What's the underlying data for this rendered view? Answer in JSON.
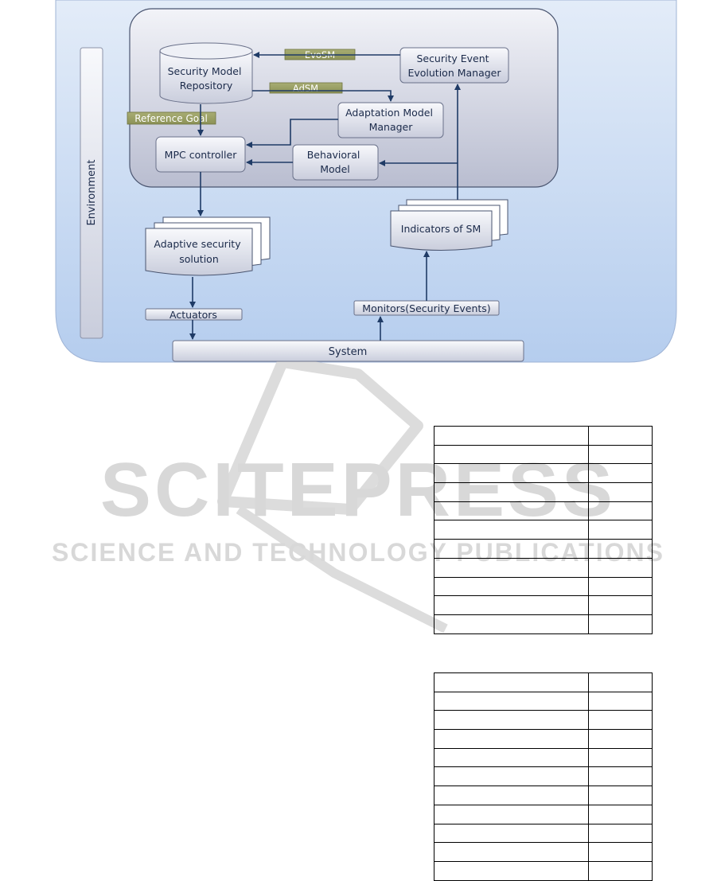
{
  "diagram": {
    "environment_label": "Environment",
    "system_label": "System",
    "nodes": {
      "security_model_repository": [
        "Security Model",
        "Repository"
      ],
      "security_event_evolution_manager": [
        "Security Event",
        "Evolution Manager"
      ],
      "adaptation_model_manager": [
        "Adaptation Model",
        "Manager"
      ],
      "mpc_controller": "MPC controller",
      "behavioral_model": [
        "Behavioral",
        "Model"
      ],
      "adaptive_security_solution": [
        "Adaptive security",
        "solution"
      ],
      "indicators_of_sm": "Indicators of SM",
      "actuators": "Actuators",
      "monitors": "Monitors(Security Events)"
    },
    "tags": {
      "evosm": "EvoSM",
      "adsm": "AdSM",
      "reference_goal": "Reference Goal"
    }
  },
  "watermark": {
    "big": "SCITEPRESS",
    "small": "SCIENCE AND TECHNOLOGY PUBLICATIONS"
  },
  "tables": [
    {
      "rows": 11,
      "cols": 2
    },
    {
      "rows": 11,
      "cols": 2
    }
  ]
}
